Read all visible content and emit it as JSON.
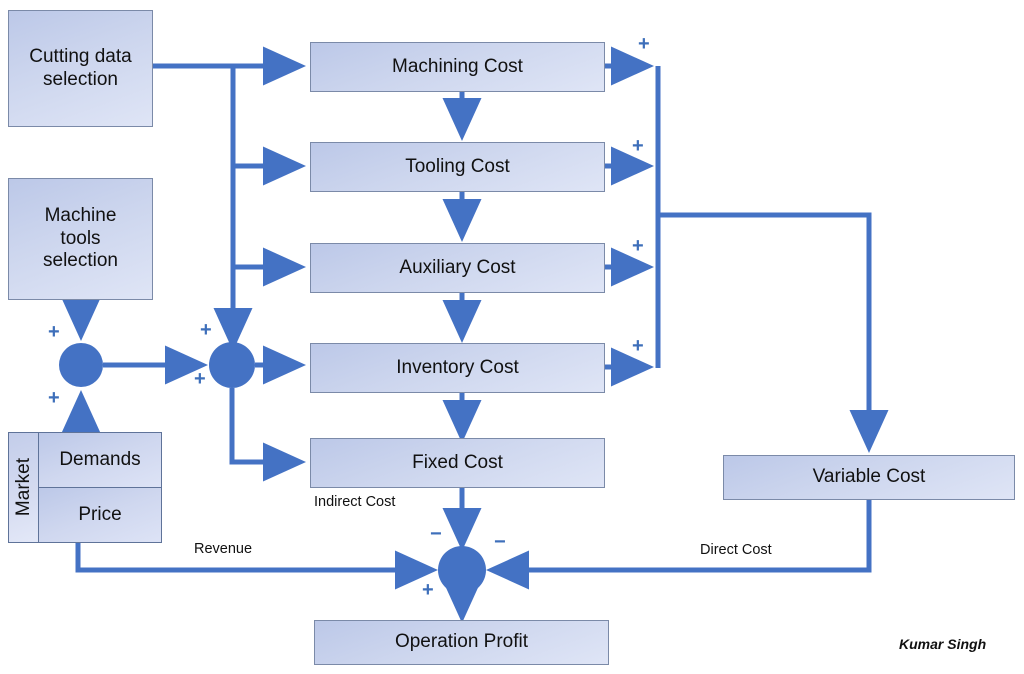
{
  "diagram": {
    "title": "Machining cost and operation profit block diagram",
    "accent_color": "#4472c4",
    "node_fill_light": "#dfe5f6",
    "node_fill_dark": "#bcc8e8",
    "node_border": "#7b8aa8",
    "text_color": "#111111"
  },
  "nodes": {
    "cutting_data": "Cutting data\nselection",
    "cutting_data_line1": "Cutting data",
    "cutting_data_line2": "selection",
    "machine_tools_line1": "Machine",
    "machine_tools_line2": "tools",
    "machine_tools_line3": "selection",
    "machining_cost": "Machining Cost",
    "tooling_cost": "Tooling Cost",
    "auxiliary_cost": "Auxiliary Cost",
    "inventory_cost": "Inventory Cost",
    "fixed_cost": "Fixed Cost",
    "variable_cost": "Variable Cost",
    "operation_profit": "Operation Profit"
  },
  "market": {
    "side_label": "Market",
    "rows": [
      "Demands",
      "Price"
    ]
  },
  "edge_labels": {
    "indirect_cost": "Indirect Cost",
    "revenue": "Revenue",
    "direct_cost": "Direct Cost"
  },
  "signs": {
    "plus": "+",
    "minus": "−"
  },
  "sign_list": [
    {
      "name": "plus-junction1-top",
      "glyph": "+"
    },
    {
      "name": "plus-junction1-bottom",
      "glyph": "+"
    },
    {
      "name": "plus-junction2-top",
      "glyph": "+"
    },
    {
      "name": "plus-junction2-bottom",
      "glyph": "+"
    },
    {
      "name": "plus-machining-out",
      "glyph": "+"
    },
    {
      "name": "plus-tooling-out",
      "glyph": "+"
    },
    {
      "name": "plus-auxiliary-out",
      "glyph": "+"
    },
    {
      "name": "plus-inventory-out",
      "glyph": "+"
    },
    {
      "name": "minus-profit-top",
      "glyph": "−"
    },
    {
      "name": "minus-profit-right",
      "glyph": "−"
    },
    {
      "name": "plus-profit-bottom",
      "glyph": "+"
    }
  ],
  "signature": "Kumar Singh"
}
